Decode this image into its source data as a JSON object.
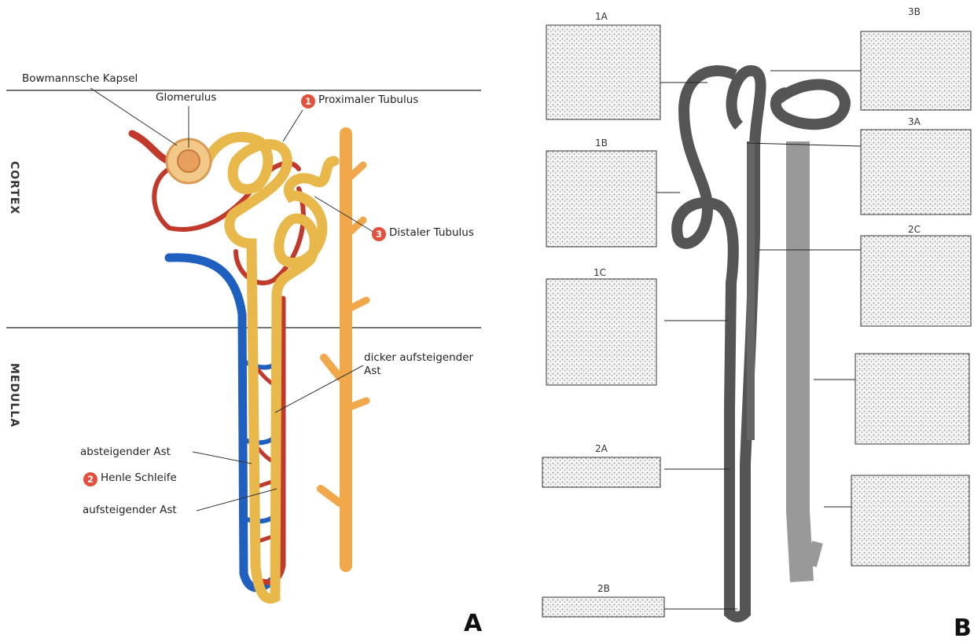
{
  "panel_a": {
    "letter": "A",
    "zones": {
      "cortex": "CORTEX",
      "medulla": "MEDULLA"
    },
    "labels": {
      "bowman": "Bowmannsche Kapsel",
      "glomerulus": "Glomerulus",
      "proximal": {
        "num": "1",
        "text": "Proximaler Tubulus"
      },
      "distal": {
        "num": "3",
        "text": "Distaler Tubulus"
      },
      "thick_ascending": "dicker aufsteigender Ast",
      "descending": "absteigender Ast",
      "loop": {
        "num": "2",
        "text": "Henle Schleife"
      },
      "ascending": "aufsteigender Ast"
    },
    "colors": {
      "tubule": "#e8b94a",
      "artery": "#c0392b",
      "vein": "#1f5fbf",
      "duct": "#f0a84a",
      "badge": "#e3503c"
    }
  },
  "panel_b": {
    "letter": "B",
    "sections": [
      "1A",
      "1B",
      "1C",
      "2A",
      "2B",
      "3B",
      "3A",
      "2C"
    ]
  }
}
